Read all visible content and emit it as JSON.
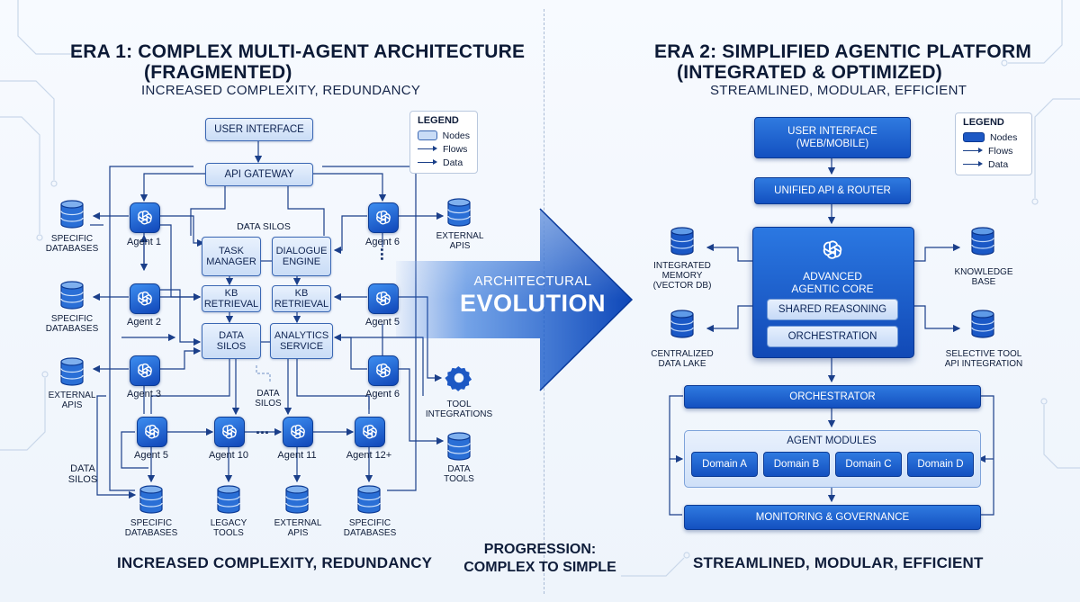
{
  "era1": {
    "title_line1": "ERA 1: COMPLEX MULTI-AGENT ARCHITECTURE",
    "title_line2": "(FRAGMENTED)",
    "subtitle": "INCREASED COMPLEXITY, REDUNDANCY",
    "footer": "INCREASED COMPLEXITY, REDUNDANCY",
    "user_interface": "USER INTERFACE",
    "api_gateway": "API GATEWAY",
    "data_silos_top": "DATA SILOS",
    "task_manager": [
      "TASK",
      "MANAGER"
    ],
    "dialogue_engine": [
      "DIALOGUE",
      "ENGINE"
    ],
    "kb_retrieval_left": [
      "KB",
      "RETRIEVAL"
    ],
    "kb_retrieval_right": [
      "KB",
      "RETRIEVAL"
    ],
    "data_silos_box": [
      "DATA",
      "SILOS"
    ],
    "analytics_service": [
      "ANALYTICS",
      "SERVICE"
    ],
    "data_silos_mid": [
      "DATA",
      "SILOS"
    ],
    "data_silos_left": [
      "DATA",
      "SILOS"
    ],
    "agents": {
      "agent1": "Agent 1",
      "agent2": "Agent 2",
      "agent3": "Agent 3",
      "agent6a": "Agent 6",
      "agent5r": "Agent 5",
      "agent6b": "Agent 6",
      "agent5b": "Agent 5",
      "agent10": "Agent 10",
      "agent11": "Agent 11",
      "agent12": "Agent 12+"
    },
    "left_labels": {
      "db1": [
        "SPECIFIC",
        "DATABASES"
      ],
      "db2": [
        "SPECIFIC",
        "DATABASES"
      ],
      "db3": [
        "EXTERNAL",
        "APIS"
      ]
    },
    "right_labels": {
      "ext": [
        "EXTERNAL",
        "APIS"
      ],
      "tool": [
        "TOOL",
        "INTEGRATIONS"
      ],
      "datatools": [
        "DATA",
        "TOOLS"
      ]
    },
    "bottom_labels": {
      "b1": [
        "SPECIFIC",
        "DATABASES"
      ],
      "b2": [
        "LEGACY",
        "TOOLS"
      ],
      "b3": [
        "EXTERNAL",
        "APIS"
      ],
      "b4": [
        "SPECIFIC",
        "DATABASES"
      ]
    },
    "ellipsis": "..."
  },
  "legend": {
    "title": "LEGEND",
    "nodes": "Nodes",
    "flows": "Flows",
    "data": "Data"
  },
  "arrow": {
    "line1": "ARCHITECTURAL",
    "line2": "EVOLUTION"
  },
  "progression": {
    "line1": "PROGRESSION:",
    "line2": "COMPLEX TO SIMPLE"
  },
  "era2": {
    "title_line1": "ERA 2: SIMPLIFIED AGENTIC PLATFORM",
    "title_line2": "(INTEGRATED & OPTIMIZED)",
    "subtitle": "STREAMLINED, MODULAR, EFFICIENT",
    "footer": "STREAMLINED, MODULAR, EFFICIENT",
    "user_interface": [
      "USER INTERFACE",
      "(WEB/MOBILE)"
    ],
    "unified_api": "UNIFIED API & ROUTER",
    "core": [
      "ADVANCED",
      "AGENTIC CORE"
    ],
    "shared_reasoning": "SHARED REASONING",
    "orchestration": "ORCHESTRATION",
    "integrated_memory": [
      "INTEGRATED",
      "MEMORY",
      "(VECTOR DB)"
    ],
    "central_lake": [
      "CENTRALIZED",
      "DATA LAKE"
    ],
    "knowledge_base": [
      "KNOWLEDGE",
      "BASE"
    ],
    "selective_tool": [
      "SELECTIVE TOOL",
      "API INTEGRATION"
    ],
    "orchestrator": "ORCHESTRATOR",
    "agent_modules": "AGENT MODULES",
    "domains": [
      "Domain A",
      "Domain B",
      "Domain C",
      "Domain D"
    ],
    "monitoring": "MONITORING & GOVERNANCE"
  },
  "colors": {
    "accent": "#1a56c8",
    "dark": "#0c3a94",
    "light": "#c9dcf6"
  }
}
